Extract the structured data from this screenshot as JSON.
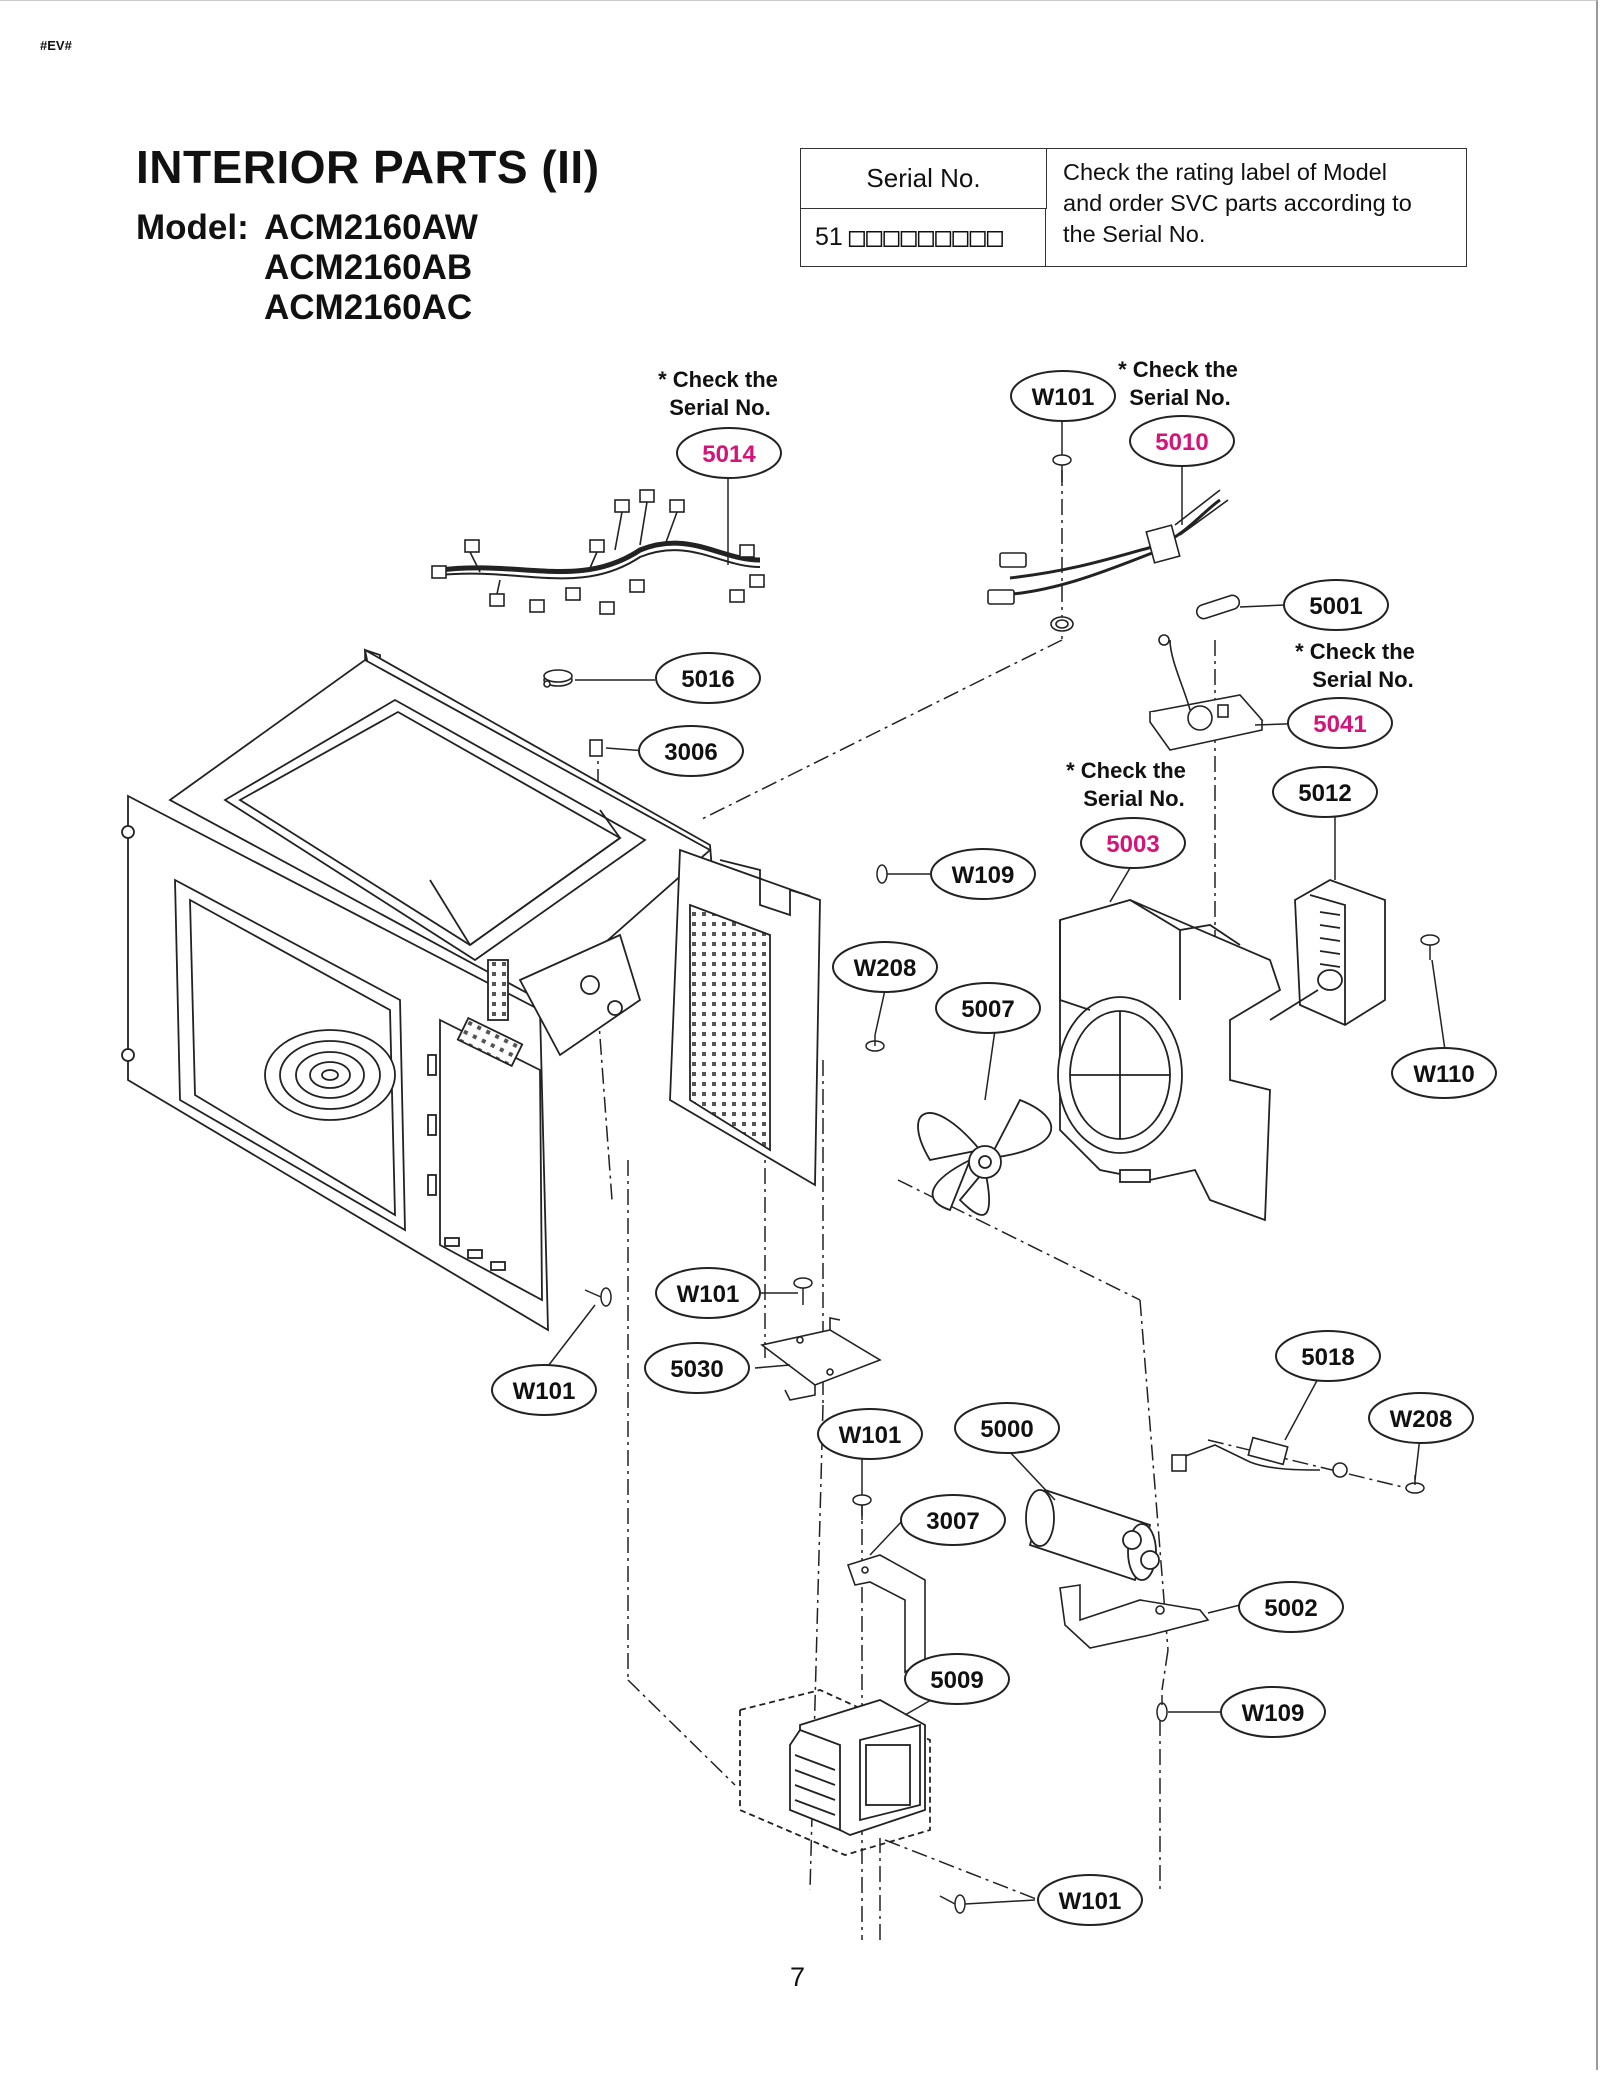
{
  "doc_tag": "#EV#",
  "title": "INTERIOR PARTS (II)",
  "model_label": "Model:",
  "models": [
    "ACM2160AW",
    "ACM2160AB",
    "ACM2160AC"
  ],
  "serial_table": {
    "header": "Serial No.",
    "serial_prefix": "51",
    "serial_boxes": "□□□□□□□□□",
    "note_lines": [
      "Check the rating label of Model",
      "and order SVC parts according to",
      "the Serial No."
    ]
  },
  "check_note_line1": "* Check the",
  "check_note_line2": "Serial No.",
  "highlight_color": "#d6137a",
  "callouts": {
    "c5014": "5014",
    "c5010": "5010",
    "c5041": "5041",
    "c5003": "5003",
    "w101_top": "W101",
    "c5001": "5001",
    "c5016": "5016",
    "c3006": "3006",
    "w109_top": "W109",
    "w208_mid": "W208",
    "c5007": "5007",
    "c5012": "5012",
    "w110": "W110",
    "w101_mid": "W101",
    "c5030": "5030",
    "w101_left": "W101",
    "c5018": "5018",
    "w208_right": "W208",
    "w101_low": "W101",
    "c5000": "5000",
    "c3007": "3007",
    "c5002": "5002",
    "c5009": "5009",
    "w109_low": "W109",
    "w101_bottom": "W101"
  },
  "page_number": "7"
}
